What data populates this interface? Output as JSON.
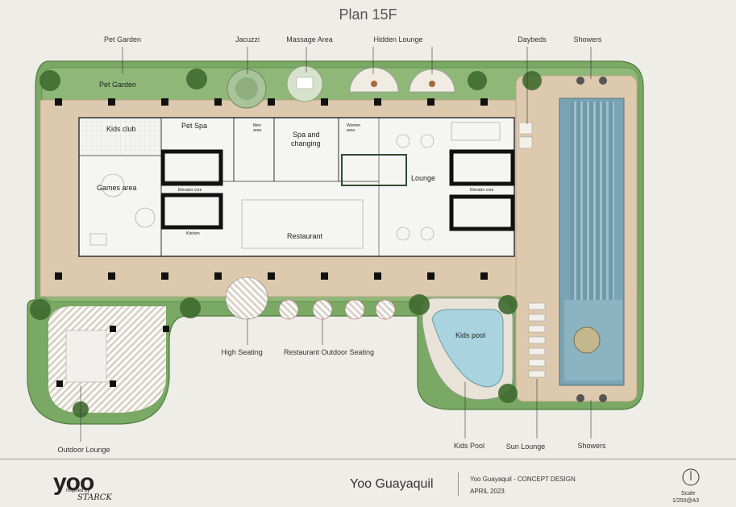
{
  "title": "Plan 15F",
  "callouts": {
    "pet_garden": "Pet Garden",
    "jacuzzi": "Jacuzzi",
    "massage_area": "Massage Area",
    "hidden_lounge": "Hidden Lounge",
    "daybeds": "Daybeds",
    "showers_top": "Showers",
    "high_seating": "High Seating",
    "restaurant_outdoor_seating": "Restaurant Outdoor Seating",
    "outdoor_lounge": "Outdoor Lounge",
    "kids_pool": "Kids Pool",
    "sun_lounge": "Sun Lounge",
    "showers_bottom": "Showers"
  },
  "rooms": {
    "pet_garden": "Pet Garden",
    "kids_club": "Kids club",
    "pet_spa": "Pet Spa",
    "men_area": "Men area",
    "spa_changing_1": "Spa and",
    "spa_changing_2": "changing",
    "women_area": "Women area",
    "games_area": "Games area",
    "elevator_core_left": "Elevator core",
    "lounge": "Lounge",
    "elevator_core_right": "Elevator core",
    "kitchen": "Kitchen",
    "restaurant": "Restaurant",
    "kids_pool": "Kids pool"
  },
  "footer": {
    "logo": "yoo",
    "logo_sub": "Inspired by",
    "logo_signature": "STARCK",
    "project_name": "Yoo Guayaquil",
    "concept": "Yoo Guayaquil - CONCEPT DESIGN",
    "date": "APRIL 2023",
    "scale_label": "Scale",
    "scale_value": "1/250@A3"
  }
}
